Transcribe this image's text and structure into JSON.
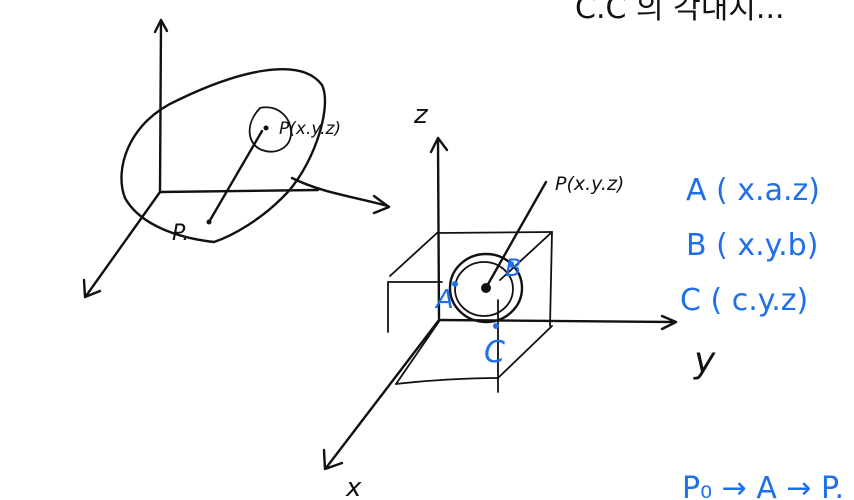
{
  "colors": {
    "ink": "#111111",
    "blue": "#1f6fe8",
    "background": "#ffffff"
  },
  "top_note": "C.C 의 각내지...",
  "left_figure": {
    "point_label": "P(x.y.z)",
    "origin_label": "P."
  },
  "right_figure": {
    "axis_z": "z",
    "axis_y": "y",
    "axis_x": "x",
    "point_label": "P(x.y.z)",
    "point_a": "A",
    "point_b": "B",
    "point_c": "C"
  },
  "coordinates": {
    "a": "A ( x.a.z)",
    "b": "B ( x.y.b)",
    "c": "C ( c.y.z)"
  },
  "path_note": "P₀ → A → P."
}
